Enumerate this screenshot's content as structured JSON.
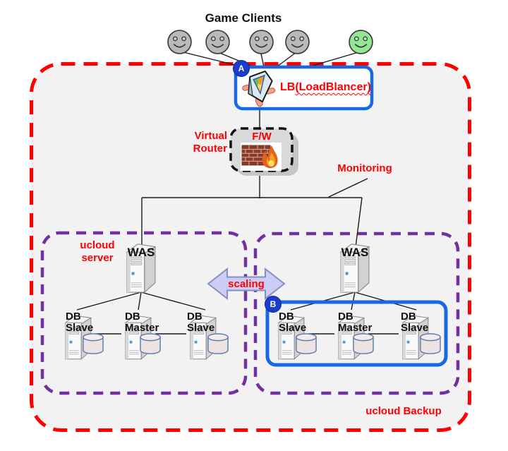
{
  "title": "Game Clients",
  "clients": {
    "icon": "smiley-face-icon",
    "count": 5,
    "gray_face_color": "#b9b9b9",
    "green_face_color": "#93e693"
  },
  "load_balancer": {
    "badge": "A",
    "label_prefix": "LB",
    "label_name": "(LoadBlancer)",
    "icon": "load-balancer-icon"
  },
  "virtual_router": {
    "label": "Virtual\nRouter",
    "firewall_label": "F/W",
    "icon": "firewall-icon"
  },
  "monitoring": {
    "label": "Monitoring"
  },
  "scaling": {
    "label": "scaling"
  },
  "left_group": {
    "label": "ucloud\nserver",
    "was_label": "WAS",
    "db_nodes": [
      "DB\nSlave",
      "DB\nMaster",
      "DB\nSlave"
    ]
  },
  "right_group": {
    "label": "ucloud Backup",
    "was_label": "WAS",
    "db_badge": "B",
    "db_nodes": [
      "DB\nSlave",
      "DB\nMaster",
      "DB\nSlave"
    ]
  },
  "colors": {
    "outer_border": "#ff0000",
    "group_border": "#7030a0",
    "highlight_border": "#1668e3",
    "badge_bg": "#1b3ec9",
    "accent_text": "#ff0000",
    "canvas_bg": "#f2f2f2",
    "scaling_arrow_fill": "#ccccf4"
  }
}
